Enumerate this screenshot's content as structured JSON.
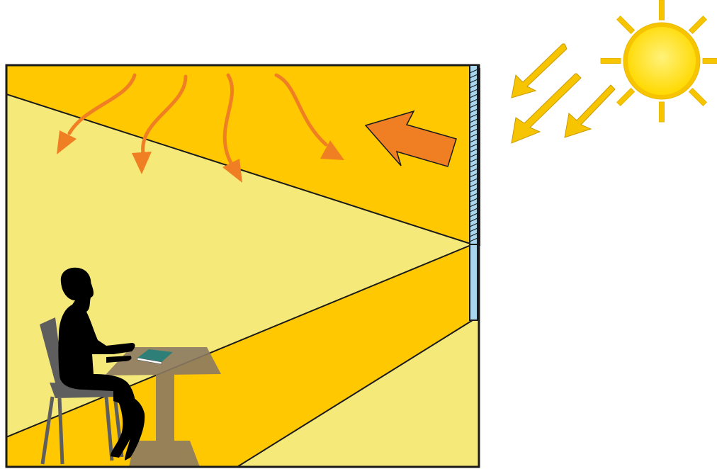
{
  "diagram": {
    "kind": "daylighting-section",
    "elements": {
      "sun": "sun-icon",
      "incoming_rays": "sunlight-ray-arrow",
      "reflected_arrow": "reflected-light-arrow",
      "diffused_arrows": "diffused-light-arrow",
      "window_upper": "louvered-clerestory-window",
      "window_lower": "view-window",
      "occupant": "seated-person",
      "furniture": [
        "chair",
        "desk",
        "book"
      ]
    },
    "counts": {
      "incoming_rays": 3,
      "diffused_arrows": 4,
      "sun_rays": 8
    }
  },
  "colors": {
    "dark_zone": "#FFC800",
    "light_zone": "#F5E97A",
    "arrow_orange": "#EF7F22",
    "sun_yellow": "#FFE000",
    "sun_edge": "#E7B800",
    "ray_fill": "#F6C400",
    "glass": "#A9D6EE",
    "outline": "#1a1a1a",
    "silhouette": "#000000",
    "chair": "#5E5E5E",
    "desk": "#8C7A62",
    "book": "#2E7F78"
  }
}
